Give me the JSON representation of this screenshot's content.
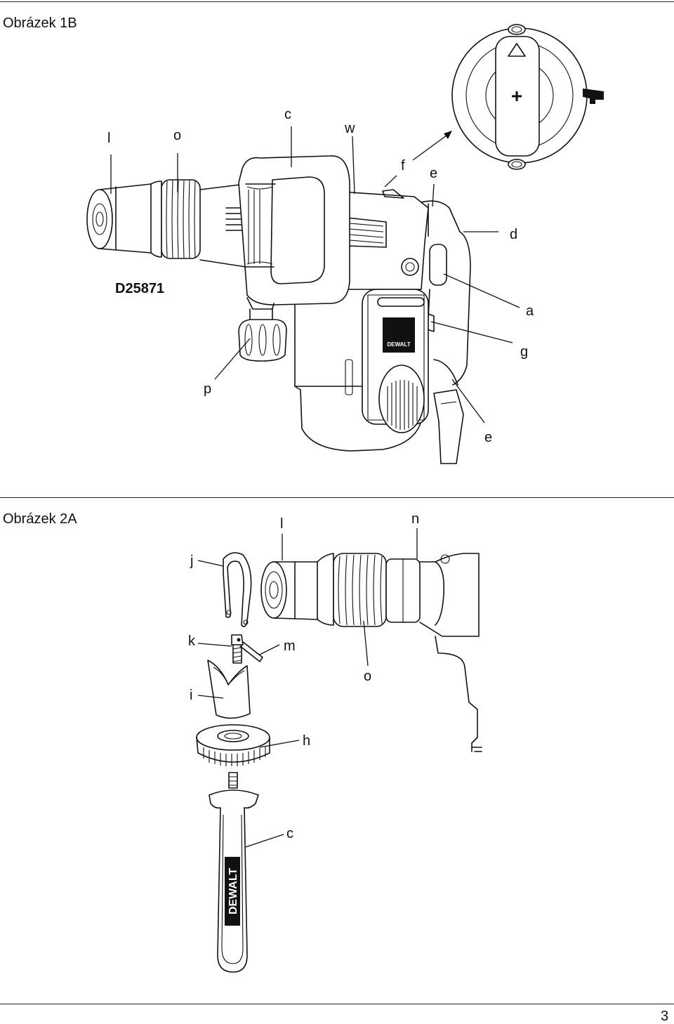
{
  "fig1": {
    "title": "Obrázek 1B",
    "model": "D25871",
    "labels": {
      "l": "l",
      "o": "o",
      "c": "c",
      "w": "w",
      "f": "f",
      "e_top": "e",
      "d": "d",
      "a": "a",
      "g": "g",
      "p": "p",
      "e_bottom": "e"
    },
    "switch_plus": "+",
    "logo": "DEWALT"
  },
  "fig2": {
    "title": "Obrázek 2A",
    "labels": {
      "l": "l",
      "n": "n",
      "j": "j",
      "k": "k",
      "m": "m",
      "o": "o",
      "i": "i",
      "h": "h",
      "c": "c"
    },
    "logo": "DEWALT"
  },
  "page_number": "3"
}
